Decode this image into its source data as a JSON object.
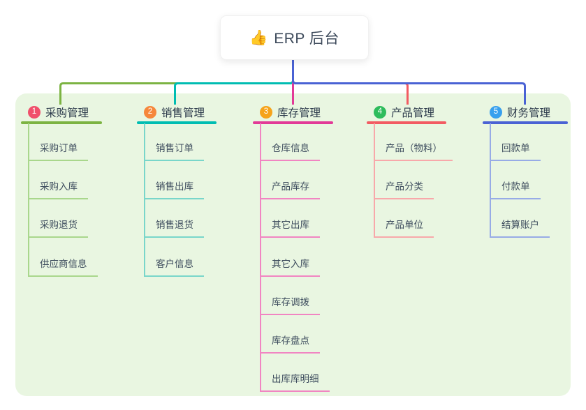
{
  "root": {
    "emoji": "👍",
    "label": "ERP 后台"
  },
  "canvas": {
    "background": "#ffffff",
    "panel_color": "#e9f6e1"
  },
  "branches": [
    {
      "num": "1",
      "label": "采购管理",
      "badge_color": "#f0506b",
      "line_color": "#7cb342",
      "light_color": "#a9d78c",
      "children": [
        "采购订单",
        "采购入库",
        "采购退货",
        "供应商信息"
      ]
    },
    {
      "num": "2",
      "label": "销售管理",
      "badge_color": "#f6873b",
      "line_color": "#00bdb2",
      "light_color": "#79d6ca",
      "children": [
        "销售订单",
        "销售出库",
        "销售退货",
        "客户信息"
      ]
    },
    {
      "num": "3",
      "label": "库存管理",
      "badge_color": "#f6a31a",
      "line_color": "#e23a97",
      "light_color": "#f185c2",
      "children": [
        "仓库信息",
        "产品库存",
        "其它出库",
        "其它入库",
        "库存调拨",
        "库存盘点",
        "出库库明细"
      ]
    },
    {
      "num": "4",
      "label": "产品管理",
      "badge_color": "#2ebc5c",
      "line_color": "#f25b62",
      "light_color": "#f8a8aa",
      "children": [
        "产品（物料）",
        "产品分类",
        "产品单位"
      ]
    },
    {
      "num": "5",
      "label": "财务管理",
      "badge_color": "#38a0ee",
      "line_color": "#4a62d4",
      "light_color": "#97abe6",
      "children": [
        "回款单",
        "付款单",
        "结算账户"
      ]
    }
  ]
}
